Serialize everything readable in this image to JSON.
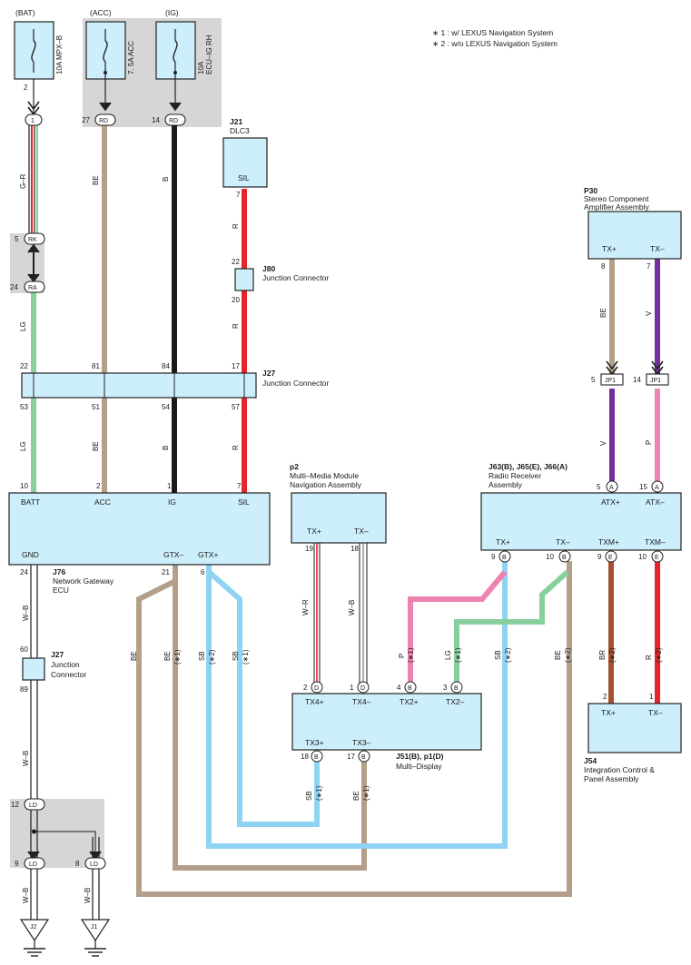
{
  "notes": [
    "∗ 1 : w/ LEXUS Navigation System",
    "∗ 2 : w/o LEXUS Navigation System"
  ],
  "sources": {
    "bat": {
      "title": "(BAT)",
      "fuse": "10A MPX–B"
    },
    "acc": {
      "title": "(ACC)",
      "fuse": "7. 5A ACC"
    },
    "ig": {
      "title": "(IG)",
      "fuse_a": "10A",
      "fuse_b": "ECU–IG RH"
    }
  },
  "components": {
    "j21": {
      "id": "J21",
      "name": "DLC3",
      "pin": "SIL"
    },
    "j80": {
      "id": "J80",
      "name": "Junction Connector"
    },
    "j27a": {
      "id": "J27",
      "name": "Junction Connector"
    },
    "j27b": {
      "id": "J27",
      "name_a": "Junction",
      "name_b": "Connector"
    },
    "p30": {
      "id": "P30",
      "name_a": "Stereo Component",
      "name_b": "Amplifier Assembly",
      "pin_a": "TX+",
      "pin_b": "TX–"
    },
    "p2": {
      "id": "p2",
      "name_a": "Multi–Media Module",
      "name_b": "Navigation Assembly",
      "pin_a": "TX+",
      "pin_b": "TX–"
    },
    "radio": {
      "id": "J63(B), J65(E), J66(A)",
      "name_a": "Radio Receiver",
      "name_b": "Assembly",
      "pins_top": [
        "ATX+",
        "ATX–"
      ],
      "pins_bottom": [
        "TX+",
        "TX–",
        "TXM+",
        "TXM–"
      ]
    },
    "j76": {
      "id": "J76",
      "name_a": "Network Gateway",
      "name_b": "ECU",
      "pins_top": [
        "BATT",
        "ACC",
        "IG",
        "SIL"
      ],
      "pins_bottom": [
        "GND",
        "GTX–",
        "GTX+"
      ]
    },
    "md": {
      "id": "J51(B), p1(D)",
      "name": "Multi–Display",
      "pins_top": [
        "TX4+",
        "TX4–",
        "TX2+",
        "TX2–"
      ],
      "pins_bottom": [
        "TX3+",
        "TX3–"
      ]
    },
    "j54": {
      "id": "J54",
      "name_a": "Integration Control &",
      "name_b": "Panel Assembly",
      "pin_a": "TX+",
      "pin_b": "TX–"
    },
    "grounds": [
      "J2",
      "J1"
    ]
  },
  "connectors": {
    "c1": "1",
    "rk": "RK",
    "ra": "RA",
    "rd": "RD",
    "jp1": "JP1",
    "ld": "LD",
    "a": "A",
    "b": "B",
    "d": "D",
    "e": "E"
  },
  "pins": {
    "bat_fuse": "2",
    "c1": "1",
    "rk": "5",
    "ra": "24",
    "rd_acc": "27",
    "rd_ig": "14",
    "j21_sil": "7",
    "j80_top": "22",
    "j80_bot": "20",
    "j27_in": [
      "22",
      "81",
      "84",
      "17"
    ],
    "j27_out": [
      "53",
      "51",
      "54",
      "57"
    ],
    "j76_top": [
      "10",
      "2",
      "1",
      "7"
    ],
    "j76_bot": [
      "24",
      "21",
      "6"
    ],
    "p30": [
      "8",
      "7"
    ],
    "jp1": [
      "5",
      "14"
    ],
    "radio_top": [
      "5",
      "15"
    ],
    "radio_bot": [
      "9",
      "10",
      "9",
      "10"
    ],
    "p2": [
      "19",
      "18"
    ],
    "md_top": [
      "2",
      "1",
      "4",
      "3"
    ],
    "md_bot": [
      "18",
      "17"
    ],
    "j54": [
      "2",
      "1"
    ],
    "j27b": [
      "60",
      "89"
    ],
    "ld": [
      "12",
      "9",
      "8"
    ]
  },
  "wires": {
    "g_r": "G–R",
    "lg": "LG",
    "be": "BE",
    "b": "B",
    "r": "R",
    "v": "V",
    "p": "P",
    "w_r": "W–R",
    "w_b": "W–B",
    "sb": "SB",
    "br": "BR",
    "n1": "(∗1)",
    "n2": "(∗2)"
  },
  "colors": {
    "box": "#cdeefb",
    "red": "#e8242b",
    "black": "#1a1a1a",
    "beige": "#b39f8a",
    "lightgreen": "#88cf9e",
    "sky": "#8fd3f2",
    "violet": "#74309a",
    "pink": "#ee82b0",
    "brown": "#a5502e",
    "gray_bg": "#d6d6d6"
  }
}
